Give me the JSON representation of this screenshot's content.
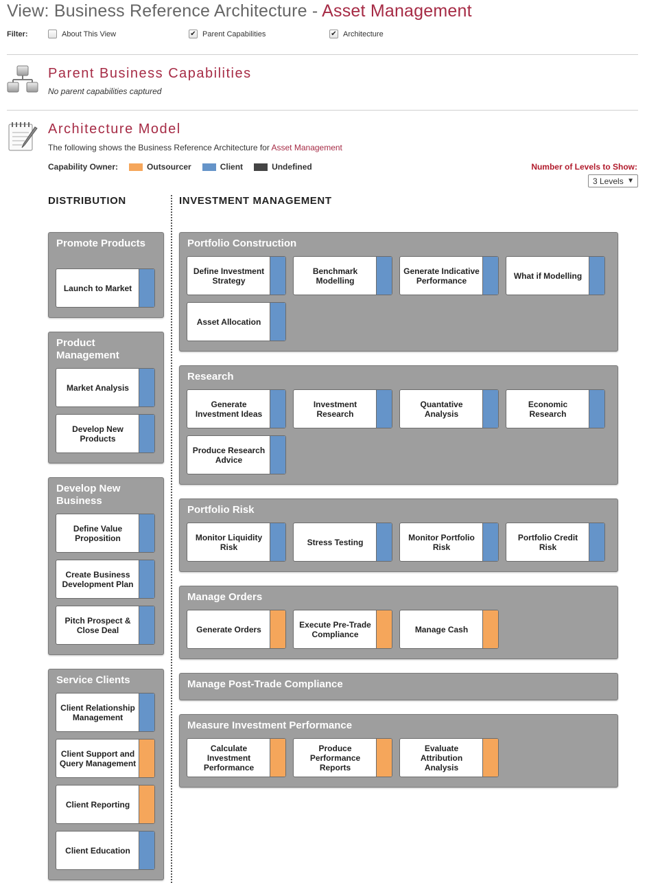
{
  "header": {
    "title_prefix": "View: Business Reference Architecture - ",
    "title_highlight": "Asset Management",
    "filter_label": "Filter:",
    "filters": [
      {
        "label": "About This View",
        "checked": false,
        "check_glyph": ""
      },
      {
        "label": "Parent Capabilities",
        "checked": true,
        "check_glyph": "✔"
      },
      {
        "label": "Architecture",
        "checked": true,
        "check_glyph": "✔"
      }
    ]
  },
  "parent_section": {
    "title": "Parent Business Capabilities",
    "note": "No parent capabilities captured",
    "icon": "hierarchy-icon"
  },
  "architecture_section": {
    "title": "Architecture Model",
    "desc_prefix": "The following shows the Business Reference Architecture for ",
    "desc_link": "Asset Management",
    "icon": "notepad-pencil-icon",
    "legend_label": "Capability Owner:",
    "legend": [
      {
        "label": "Outsourcer",
        "color": "#f5a65b"
      },
      {
        "label": "Client",
        "color": "#6594c9"
      },
      {
        "label": "Undefined",
        "color": "#444444"
      }
    ],
    "levels_label": "Number of Levels to Show:",
    "levels_value": "3 Levels",
    "levels_arrow": "▼"
  },
  "colors": {
    "client": "#6594c9",
    "outsourcer": "#f5a65b",
    "undefined": "#444444",
    "accent": "#a62b45"
  },
  "distribution": {
    "heading": "DISTRIBUTION",
    "groups": [
      {
        "title": "Promote Products",
        "caps": [
          {
            "label": "Launch to Market",
            "owner": "client"
          }
        ]
      },
      {
        "title": "Product Management",
        "caps": [
          {
            "label": "Market Analysis",
            "owner": "client"
          },
          {
            "label": "Develop New Products",
            "owner": "client"
          }
        ]
      },
      {
        "title": "Develop New Business",
        "caps": [
          {
            "label": "Define Value Proposition",
            "owner": "client"
          },
          {
            "label": "Create Business Development Plan",
            "owner": "client"
          },
          {
            "label": "Pitch Prospect & Close Deal",
            "owner": "client"
          }
        ]
      },
      {
        "title": "Service Clients",
        "caps": [
          {
            "label": "Client Relationship Management",
            "owner": "client"
          },
          {
            "label": "Client Support and Query Management",
            "owner": "outsourcer"
          },
          {
            "label": "Client Reporting",
            "owner": "outsourcer"
          },
          {
            "label": "Client Education",
            "owner": "client"
          }
        ]
      }
    ]
  },
  "investment": {
    "heading": "INVESTMENT MANAGEMENT",
    "groups": [
      {
        "title": "Portfolio Construction",
        "caps": [
          {
            "label": "Define Investment Strategy",
            "owner": "client"
          },
          {
            "label": "Benchmark Modelling",
            "owner": "client"
          },
          {
            "label": "Generate Indicative Performance",
            "owner": "client"
          },
          {
            "label": "What if Modelling",
            "owner": "client"
          },
          {
            "label": "Asset Allocation",
            "owner": "client"
          }
        ]
      },
      {
        "title": "Research",
        "caps": [
          {
            "label": "Generate Investment Ideas",
            "owner": "client"
          },
          {
            "label": "Investment Research",
            "owner": "client"
          },
          {
            "label": "Quantative Analysis",
            "owner": "client"
          },
          {
            "label": "Economic Research",
            "owner": "client"
          },
          {
            "label": "Produce Research Advice",
            "owner": "client"
          }
        ]
      },
      {
        "title": "Portfolio Risk",
        "caps": [
          {
            "label": "Monitor Liquidity Risk",
            "owner": "client"
          },
          {
            "label": "Stress Testing",
            "owner": "client"
          },
          {
            "label": "Monitor Portfolio Risk",
            "owner": "client"
          },
          {
            "label": "Portfolio Credit Risk",
            "owner": "client"
          }
        ]
      },
      {
        "title": "Manage Orders",
        "caps": [
          {
            "label": "Generate Orders",
            "owner": "outsourcer"
          },
          {
            "label": "Execute Pre-Trade Compliance",
            "owner": "outsourcer"
          },
          {
            "label": "Manage Cash",
            "owner": "outsourcer"
          }
        ]
      },
      {
        "title": "Manage Post-Trade Compliance",
        "caps": []
      },
      {
        "title": "Measure Investment Performance",
        "caps": [
          {
            "label": "Calculate Investment Performance",
            "owner": "outsourcer"
          },
          {
            "label": "Produce Performance Reports",
            "owner": "outsourcer"
          },
          {
            "label": "Evaluate Attribution Analysis",
            "owner": "outsourcer"
          }
        ]
      }
    ]
  }
}
